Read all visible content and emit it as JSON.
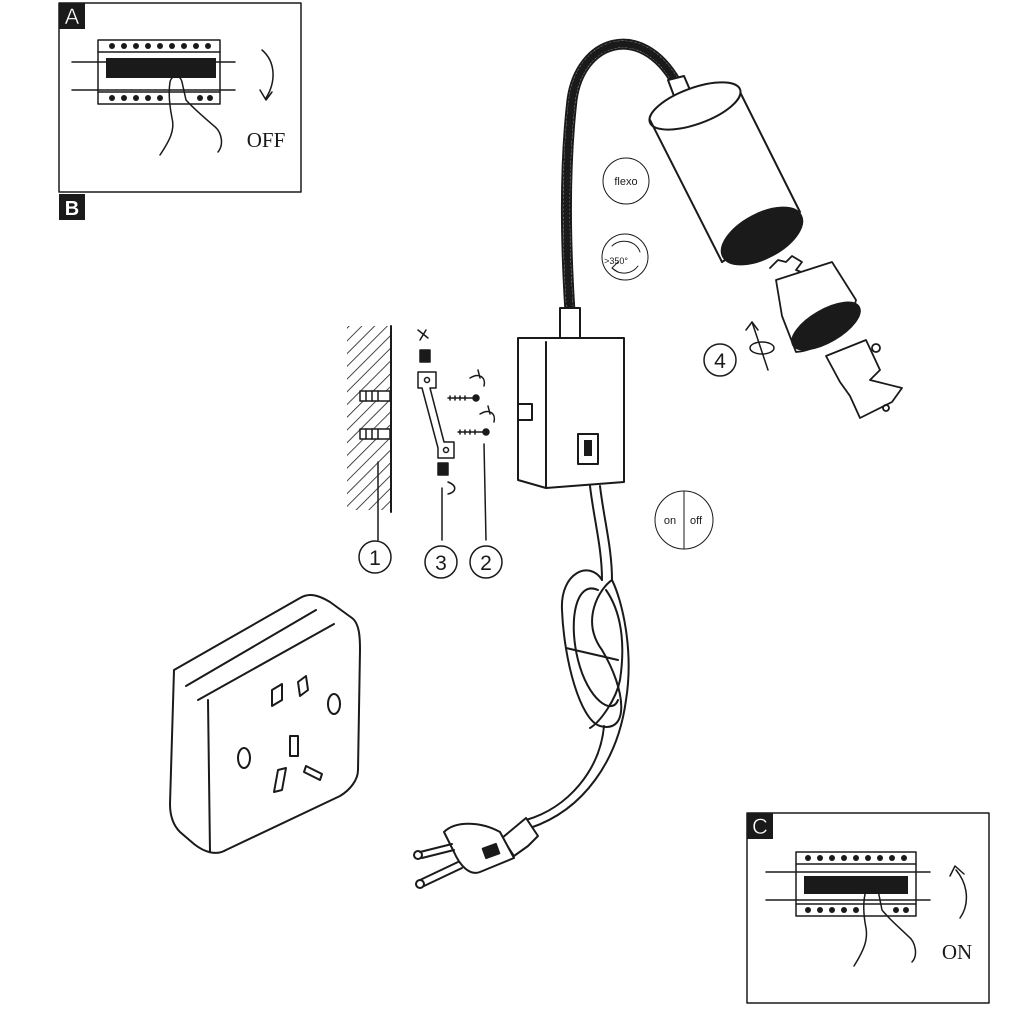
{
  "panels": {
    "a": {
      "letter": "A",
      "action_text": "OFF"
    },
    "b": {
      "letter": "B"
    },
    "c": {
      "letter": "C",
      "action_text": "ON"
    }
  },
  "icons": {
    "flexo": "flexo",
    "rotation": ">350°",
    "on": "on",
    "off": "off"
  },
  "callouts": [
    "1",
    "2",
    "3",
    "4"
  ],
  "line_color": "#1a1a1a"
}
